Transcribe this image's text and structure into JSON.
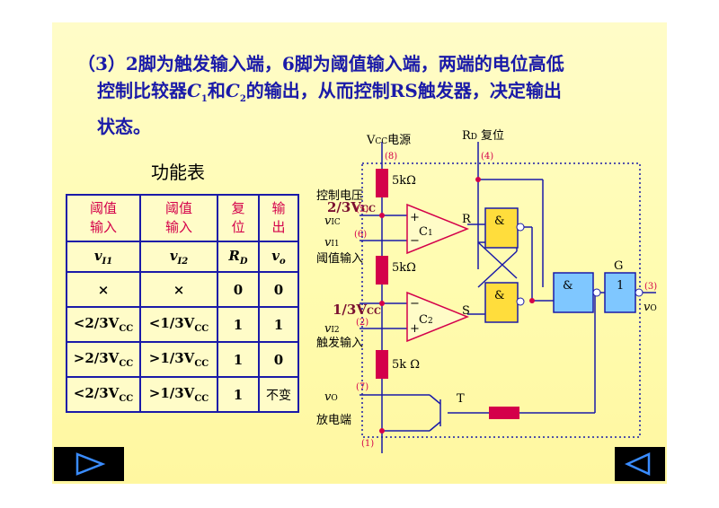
{
  "heading": {
    "line1": "（3）2脚为触发输入端，6脚为阈值输入端，两端的电位高低",
    "line2_pre": "控制比较器",
    "c1": "C",
    "c1_sub": "1",
    "and": "和",
    "c2": "C",
    "c2_sub": "2",
    "line2_post": "的输出，从而控制RS触发器，决定输出",
    "line3": "状态。"
  },
  "table": {
    "title": "功能表",
    "headers": [
      "阈值输入",
      "阈值输入",
      "复位",
      "输出"
    ],
    "symbols": [
      {
        "main": "v",
        "sub": "I1"
      },
      {
        "main": "v",
        "sub": "I2"
      },
      {
        "main": "R",
        "sub": "D"
      },
      {
        "main": "v",
        "sub": "o"
      }
    ],
    "rows": [
      {
        "c1": "×",
        "c2": "×",
        "c3": "0",
        "c4": "0"
      },
      {
        "c1": "<2/3V",
        "c1s": "CC",
        "c2": "<1/3V",
        "c2s": "CC",
        "c3": "1",
        "c4": "1"
      },
      {
        "c1": ">2/3V",
        "c1s": "CC",
        "c2": ">1/3V",
        "c2s": "CC",
        "c3": "1",
        "c4": "0"
      },
      {
        "c1": "<2/3V",
        "c1s": "CC",
        "c2": ">1/3V",
        "c2s": "CC",
        "c3": "1",
        "c4": "不变"
      }
    ]
  },
  "circuit": {
    "vcc_label": "V",
    "vcc_sub": "CC",
    "vcc_text": "电源",
    "rd_label": "R",
    "rd_sub": "D",
    "rd_text": "复位",
    "pin8": "(8)",
    "pin4": "(4)",
    "pin5": "(5)",
    "pin6": "(6)",
    "pin2": "(2)",
    "pin7": "(7)",
    "pin1": "(1)",
    "pin3": "(3)",
    "res_top": "5kΩ",
    "res_mid": "5kΩ",
    "res_bot": "5k Ω",
    "ctrl_voltage": "控制电压",
    "two_thirds": "2/3V",
    "two_thirds_sub": "CC",
    "one_third": "1/3V",
    "one_third_sub": "CC",
    "vic": "v",
    "vic_sub": "IC",
    "vi1": "v",
    "vi1_sub": "I1",
    "vi2": "v",
    "vi2_sub": "I2",
    "threshold_in": "阈值输入",
    "trigger_in": "触发输入",
    "vo_left": "v",
    "vo_left_sub": "O",
    "discharge": "放电端",
    "vo_right": "v",
    "vo_right_sub": "O",
    "comp1": "C",
    "comp1_sub": "1",
    "comp2": "C",
    "comp2_sub": "2",
    "plus": "+",
    "minus": "−",
    "R": "R",
    "S": "S",
    "and": "&",
    "G": "G",
    "buf": "1",
    "T": "T"
  },
  "colors": {
    "heading": "#1a1aa8",
    "table_border": "#1a1aa8",
    "table_header": "#d4004a",
    "wire": "#1a1aa8",
    "resistor": "#d4004a",
    "gate_fill": "#ffdd3c",
    "gate_fill2": "#7fc7ff",
    "opamp_stroke": "#d4004a",
    "fraction_label": "#7a1030"
  },
  "icons": {
    "prev": "play-right-triangle-icon",
    "next": "play-left-triangle-icon"
  }
}
